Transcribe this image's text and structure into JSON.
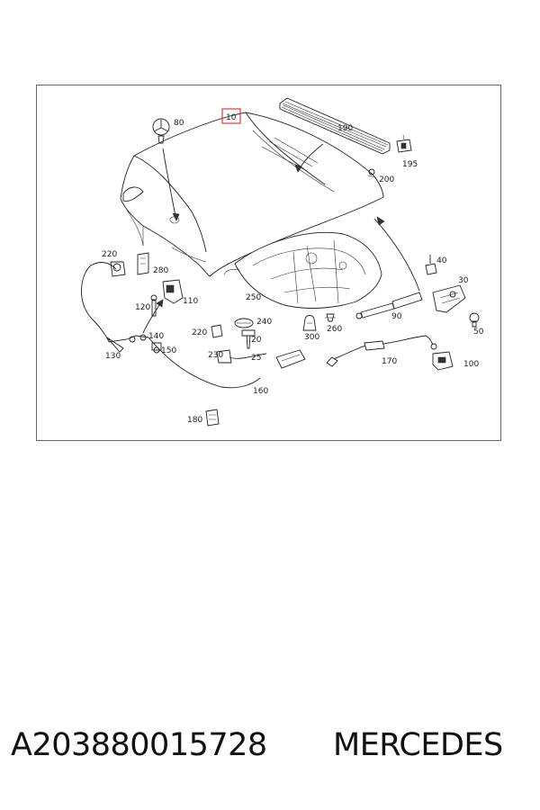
{
  "diagram": {
    "callouts": [
      {
        "id": "10",
        "text": "10",
        "highlighted": true
      },
      {
        "id": "80",
        "text": "80"
      },
      {
        "id": "190",
        "text": "190"
      },
      {
        "id": "195",
        "text": "195"
      },
      {
        "id": "200",
        "text": "200"
      },
      {
        "id": "220a",
        "text": "220"
      },
      {
        "id": "280",
        "text": "280"
      },
      {
        "id": "40",
        "text": "40"
      },
      {
        "id": "30",
        "text": "30"
      },
      {
        "id": "250",
        "text": "250"
      },
      {
        "id": "120",
        "text": "120"
      },
      {
        "id": "110",
        "text": "110"
      },
      {
        "id": "90",
        "text": "90"
      },
      {
        "id": "240",
        "text": "240"
      },
      {
        "id": "220b",
        "text": "220"
      },
      {
        "id": "20",
        "text": "20"
      },
      {
        "id": "300",
        "text": "300"
      },
      {
        "id": "260",
        "text": "260"
      },
      {
        "id": "140",
        "text": "140"
      },
      {
        "id": "150",
        "text": "150"
      },
      {
        "id": "130",
        "text": "130"
      },
      {
        "id": "230",
        "text": "230"
      },
      {
        "id": "25",
        "text": "25"
      },
      {
        "id": "170",
        "text": "170"
      },
      {
        "id": "100",
        "text": "100"
      },
      {
        "id": "50",
        "text": "50"
      },
      {
        "id": "160",
        "text": "160"
      },
      {
        "id": "180",
        "text": "180"
      }
    ],
    "highlight_color": "#e53935"
  },
  "footer": {
    "part_number": "A203880015728",
    "brand": "MERCEDES"
  }
}
